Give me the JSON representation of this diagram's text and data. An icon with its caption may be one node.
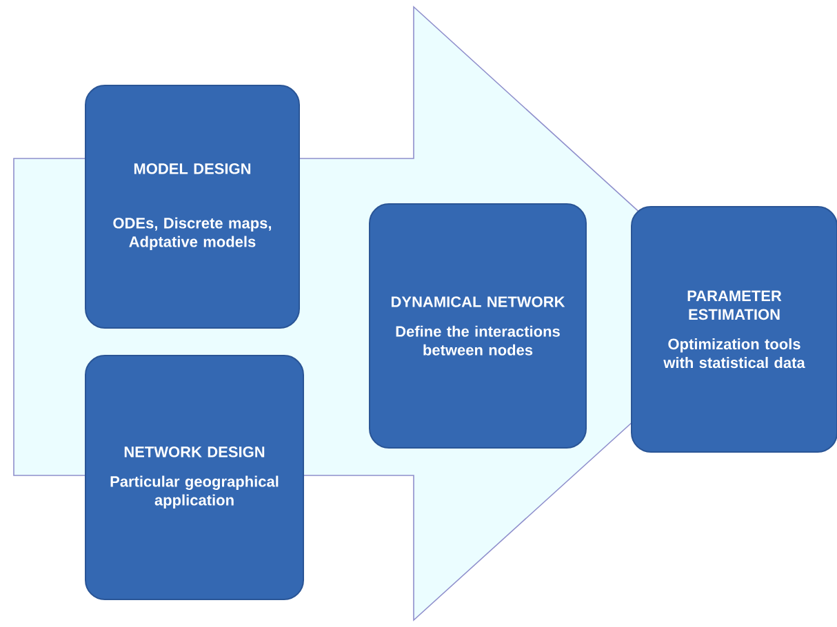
{
  "diagram": {
    "nodes": [
      {
        "text": [
          "MODEL DESIGN",
          "ODEs, Discrete maps, Adptative models"
        ]
      },
      {
        "text": [
          "NETWORK DESIGN",
          "Particular geographical application"
        ]
      },
      {
        "text": [
          "DYNAMICAL NETWORK",
          "Define the interactions between nodes"
        ]
      },
      {
        "text": [
          "PARAMETER ESTIMATION",
          "Optimization tools with statistical data"
        ]
      }
    ]
  }
}
